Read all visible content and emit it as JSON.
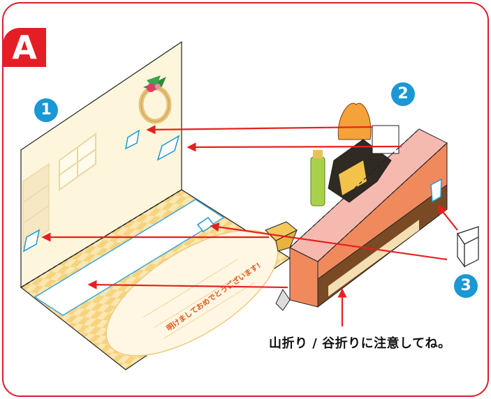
{
  "section": {
    "letter": "A"
  },
  "steps": [
    "1",
    "2",
    "3"
  ],
  "card": {
    "message": "明けましておめでとうございます!"
  },
  "note": {
    "text": "山折り / 谷折りに注意してね。"
  },
  "colors": {
    "frame": "#d81e2a",
    "badge": "#e51e25",
    "step_badge": "#1a97d5",
    "arrow": "#e6201f",
    "slot_outline": "#1a97d5",
    "wall": "#fdf6dc",
    "floor_check": "#f8d98a",
    "counter_front": "#f08a5d",
    "counter_top": "#f6b9b0"
  }
}
